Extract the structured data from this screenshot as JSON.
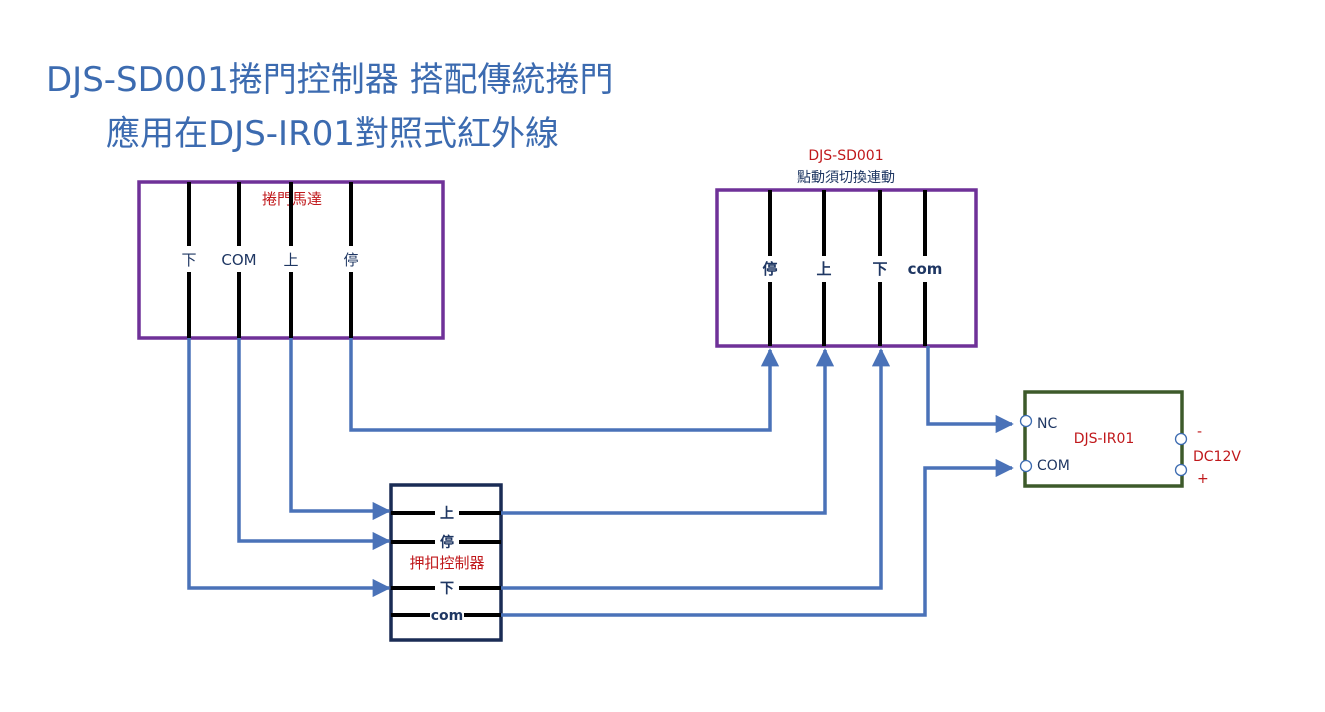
{
  "title": {
    "line1": "DJS-SD001捲門控制器 搭配傳統捲門",
    "line2": "應用在DJS-IR01對照式紅外線"
  },
  "motor_box": {
    "label": "捲門馬達",
    "terminals": [
      "下",
      "COM",
      "上",
      "停"
    ]
  },
  "sd001_box": {
    "model": "DJS-SD001",
    "subtitle": "點動須切換連動",
    "terminals": [
      "停",
      "上",
      "下",
      "com"
    ]
  },
  "ir01_box": {
    "model": "DJS-IR01",
    "nc_label": "NC",
    "com_label": "COM",
    "minus_label": "-",
    "power_label": "DC12V",
    "plus_label": "+"
  },
  "push_box": {
    "label": "押扣控制器",
    "terminals": [
      "上",
      "停",
      "下",
      "com"
    ]
  },
  "colors": {
    "title": "#3c6bb0",
    "wire": "#4a72b8",
    "motor_border": "#6f3198",
    "sd001_border": "#6f3198",
    "ir_border": "#3d5a2a",
    "push_border": "#1a2c55",
    "red_label": "#c0181b",
    "terminal_text": "#1f3763"
  }
}
